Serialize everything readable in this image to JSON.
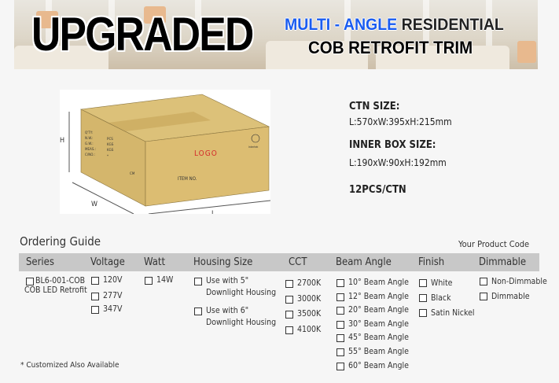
{
  "banner": {
    "title": "UPGRADED",
    "subtitle_blue": "MULTI - ANGLE",
    "subtitle_black": "RESIDENTIAL",
    "subtitle_line2": "COB RETROFIT TRIM"
  },
  "box": {
    "logo": "LOGO",
    "item_no": "ITEM NO.",
    "labels": [
      "Q'TY:",
      "N.W.:",
      "G.W.:",
      "MEAS.:",
      "C/NO.:"
    ],
    "units": [
      "PCS",
      "KGS",
      "KGS",
      "*"
    ],
    "cm": "CM",
    "cert": "Intertek",
    "dim_h": "H",
    "dim_w": "W",
    "dim_l": "L"
  },
  "specs": {
    "ctn_label": "CTN SIZE:",
    "ctn_value": "L:570xW:395xH:215mm",
    "inner_label": "INNER BOX SIZE:",
    "inner_value": "L:190xW:90xH:192mm",
    "pcs": "12PCS/CTN"
  },
  "guide": {
    "title": "Ordering Guide",
    "product_code": "Your Product Code",
    "note": "* Customized Also Available",
    "headers": [
      "Series",
      "Voltage",
      "Watt",
      "Housing Size",
      "CCT",
      "Beam Angle",
      "Finish",
      "Dimmable"
    ],
    "series": {
      "line1": "BL6-001-COB",
      "line2": "COB LED Retrofit"
    },
    "voltage": [
      "120V",
      "277V",
      "347V"
    ],
    "watt": [
      "14W"
    ],
    "housing": [
      {
        "l1": "Use with 5\"",
        "l2": "Downlight Housing"
      },
      {
        "l1": "Use with 6\"",
        "l2": "Downlight Housing"
      }
    ],
    "cct": [
      "2700K",
      "3000K",
      "3500K",
      "4100K"
    ],
    "beam": [
      "10° Beam Angle",
      "12° Beam Angle",
      "20° Beam Angle",
      "30° Beam Angle",
      "45° Beam Angle",
      "55° Beam Angle",
      "60° Beam Angle"
    ],
    "finish": [
      "White",
      "Black",
      "Satin Nickel"
    ],
    "dimmable": [
      "Non-Dimmable",
      "Dimmable"
    ]
  }
}
